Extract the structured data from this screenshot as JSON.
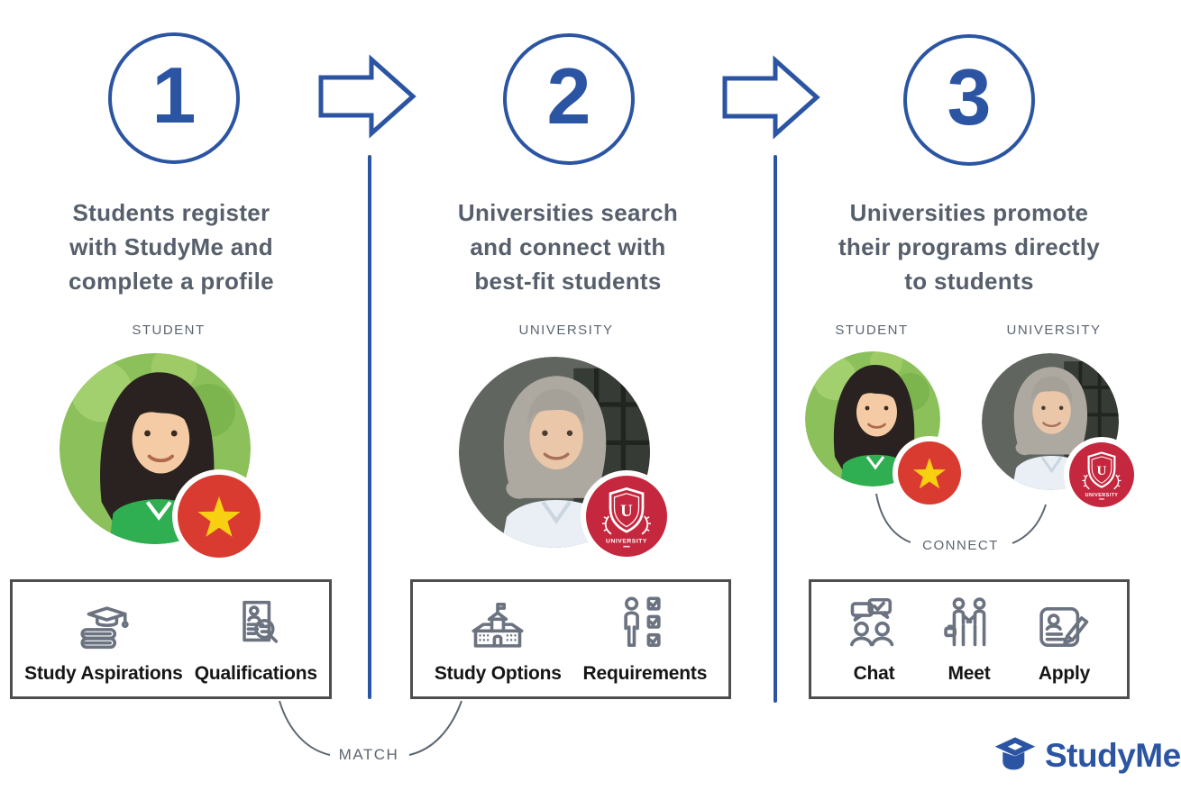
{
  "colors": {
    "accent_blue": "#2B55A2",
    "heading_gray": "#565F6B",
    "label_gray": "#5C6670",
    "box_border": "#4E4E4E",
    "icon_gray": "#6B7280",
    "flag_red": "#DA3B30",
    "star_yellow": "#F8D012",
    "crest_red": "#C5283E"
  },
  "steps": [
    {
      "number": "1",
      "lines": [
        "Students register",
        "with StudyMe and",
        "complete a profile"
      ]
    },
    {
      "number": "2",
      "lines": [
        "Universities search",
        "and connect with",
        "best-fit students"
      ]
    },
    {
      "number": "3",
      "lines": [
        "Universities promote",
        "their programs directly",
        "to students"
      ]
    }
  ],
  "roles": {
    "student": "STUDENT",
    "university": "UNIVERSITY"
  },
  "connectors": {
    "match": "MATCH",
    "connect": "CONNECT"
  },
  "boxes": {
    "step1": [
      {
        "icon": "graduation-cap-books-icon",
        "label": "Study Aspirations"
      },
      {
        "icon": "document-magnifier-icon",
        "label": "Qualifications"
      }
    ],
    "step2": [
      {
        "icon": "school-building-icon",
        "label": "Study Options"
      },
      {
        "icon": "person-checklist-icon",
        "label": "Requirements"
      }
    ],
    "step3": [
      {
        "icon": "chat-people-icon",
        "label": "Chat"
      },
      {
        "icon": "handshake-people-icon",
        "label": "Meet"
      },
      {
        "icon": "application-pencil-icon",
        "label": "Apply"
      }
    ]
  },
  "badges": {
    "crest_label": "UNIVERSITY"
  },
  "logo": {
    "text": "StudyMe"
  }
}
